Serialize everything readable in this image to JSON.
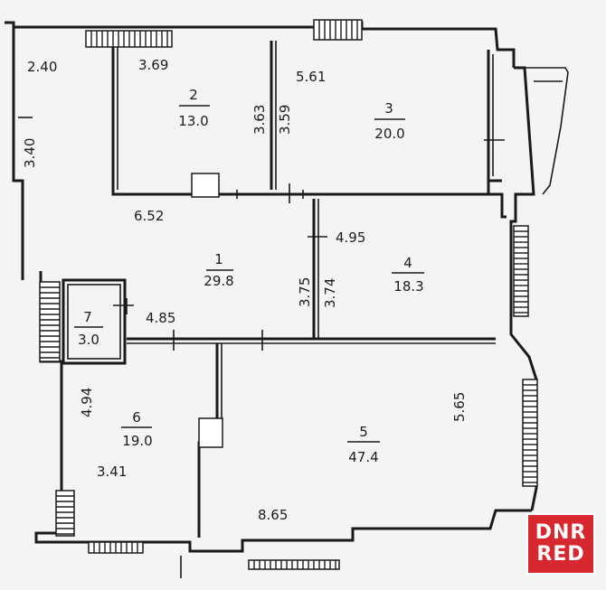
{
  "rooms": [
    {
      "number": "1",
      "area": "29.8"
    },
    {
      "number": "2",
      "area": "13.0"
    },
    {
      "number": "3",
      "area": "20.0"
    },
    {
      "number": "4",
      "area": "18.3"
    },
    {
      "number": "5",
      "area": "47.4"
    },
    {
      "number": "6",
      "area": "19.0"
    },
    {
      "number": "7",
      "area": "3.0"
    }
  ],
  "dimensions": {
    "corridor_top": "2.40",
    "corridor_side": "3.40",
    "room2_width": "3.69",
    "room2_depth": "3.63",
    "room3_depth": "3.59",
    "room3_width": "5.61",
    "room1_width": "6.52",
    "room1_depth": "3.75",
    "room4_depth": "3.74",
    "room4_width": "4.95",
    "room7_width": "4.85",
    "room5_depth": "5.65",
    "room5_width": "8.65",
    "room6_depth": "4.94",
    "room6_width": "3.41"
  },
  "watermark": {
    "line1": "DNR",
    "line2": "RED",
    "color": "#d7282f"
  }
}
